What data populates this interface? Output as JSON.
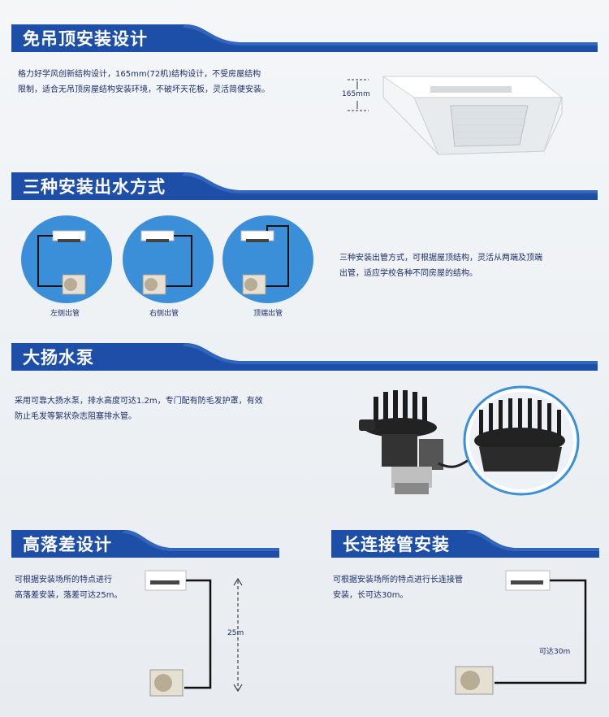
{
  "sections": {
    "s1": {
      "title": "免吊顶安装设计",
      "desc_line1": "格力好学风创新结构设计，165mm(72机)结构设计，不受房屋结构",
      "desc_line2": "限制，适合无吊顶房屋结构安装环境，不破坏天花板，灵活简便安装。",
      "height_label": "165mm"
    },
    "s2": {
      "title": "三种安装出水方式",
      "labels": [
        "左侧出管",
        "右侧出管",
        "顶端出管"
      ],
      "desc_line1": "三种安装出管方式，可根据屋顶结构，灵活从两端及顶端",
      "desc_line2": "出管，适应学校各种不同房屋的结构。"
    },
    "s3": {
      "title": "大扬水泵",
      "desc_line1": "采用可靠大扬水泵，排水高度可达1.2m，专门配有防毛发护罩，有效",
      "desc_line2": "防止毛发等絮状杂志阻塞排水管。"
    },
    "s4": {
      "title": "高落差设计",
      "desc_line1": "可根据安装场所的特点进行",
      "desc_line2": "高落差安装，落差可达25m。",
      "height_label": "25m"
    },
    "s5": {
      "title": "长连接管安装",
      "desc_line1": "可根据安装场所的特点进行长连接管",
      "desc_line2": "安装，长可达30m。",
      "length_label": "可达30m"
    }
  },
  "colors": {
    "ribbon": "#1e4fa8",
    "ribbon_light": "#3f76c9",
    "text": "#1a2f6e",
    "circle": "#3a8fd8"
  }
}
